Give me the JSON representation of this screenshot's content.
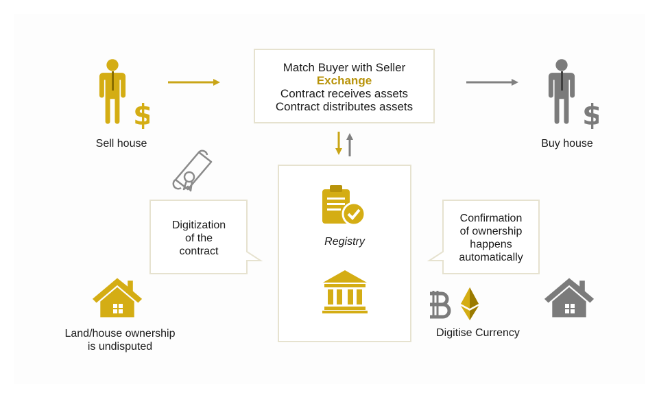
{
  "seller": {
    "label": "Sell house"
  },
  "buyer": {
    "label": "Buy house"
  },
  "exchange_box": {
    "line1": "Match Buyer with Seller",
    "line2": "Exchange",
    "line3": "Contract receives assets",
    "line4": "Contract distributes assets"
  },
  "registry": {
    "label": "Registry"
  },
  "left_callout": {
    "line1": "Digitization",
    "line2": "of the",
    "line3": "contract"
  },
  "right_callout": {
    "line1": "Confirmation",
    "line2": "of ownership",
    "line3": "happens",
    "line4": "automatically"
  },
  "ownership": {
    "line1": "Land/house ownership",
    "line2": "is undisputed"
  },
  "currency": {
    "label": "Digitise Currency"
  },
  "colors": {
    "gold": "#d4ad14",
    "gold_text": "#b8930a",
    "grey": "#7b7b7b",
    "border": "#e6e2cf"
  },
  "icons": [
    "person-dollar-icon",
    "arrow-right-icon",
    "scroll-icon",
    "clipboard-check-icon",
    "bank-icon",
    "house-icon",
    "bitcoin-icon",
    "ethereum-icon"
  ]
}
